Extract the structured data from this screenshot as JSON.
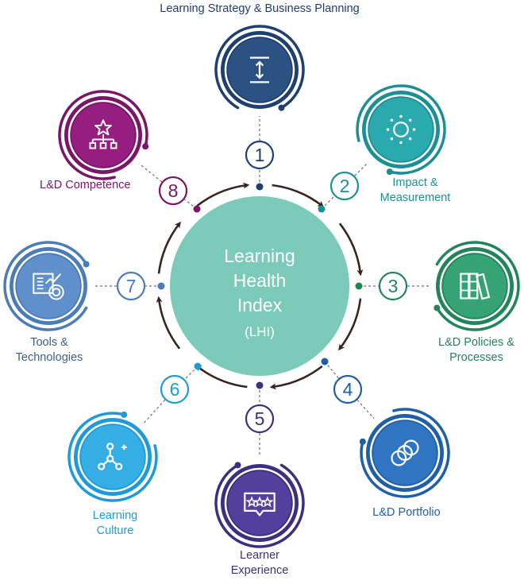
{
  "center": {
    "lines": [
      "Learning",
      "Health",
      "Index",
      "(LHI)"
    ],
    "color": "#7ccab9"
  },
  "arrow_color": "#3b2420",
  "nodes": [
    {
      "number": "1",
      "label_lines": [
        "Learning Strategy & Business Planning"
      ],
      "color": "#1f3f6e",
      "color_light": "#2a5384",
      "label_color": "#1f3f6e",
      "icon": "vertical-resize-icon"
    },
    {
      "number": "2",
      "label_lines": [
        "Impact &",
        "Measurement"
      ],
      "color": "#1b8f94",
      "color_light": "#2aa9ae",
      "label_color": "#1b8f94",
      "icon": "sun-icon"
    },
    {
      "number": "3",
      "label_lines": [
        "L&D Policies &",
        "Processes"
      ],
      "color": "#21845a",
      "color_light": "#35a373",
      "label_color": "#21845a",
      "icon": "books-icon"
    },
    {
      "number": "4",
      "label_lines": [
        "L&D Portfolio"
      ],
      "color": "#1f5fa6",
      "color_light": "#2f75c2",
      "label_color": "#1f5fa6",
      "icon": "circles-icon"
    },
    {
      "number": "5",
      "label_lines": [
        "Learner",
        "Experience"
      ],
      "color": "#3d2f7e",
      "color_light": "#533f9c",
      "label_color": "#3d2f7e",
      "icon": "rating-bubble-icon"
    },
    {
      "number": "6",
      "label_lines": [
        "Learning",
        "Culture"
      ],
      "color": "#1e9ad8",
      "color_light": "#35aee6",
      "label_color": "#1e9ad8",
      "icon": "network-plus-icon"
    },
    {
      "number": "7",
      "label_lines": [
        "Tools &",
        "Technologies"
      ],
      "color": "#4a7cb8",
      "color_light": "#5f90cc",
      "label_color": "#3f5f86",
      "icon": "dashboard-icon"
    },
    {
      "number": "8",
      "label_lines": [
        "L&D Competence"
      ],
      "color": "#7a1568",
      "color_light": "#951e80",
      "label_color": "#7a1568",
      "icon": "org-chart-star-icon"
    }
  ]
}
